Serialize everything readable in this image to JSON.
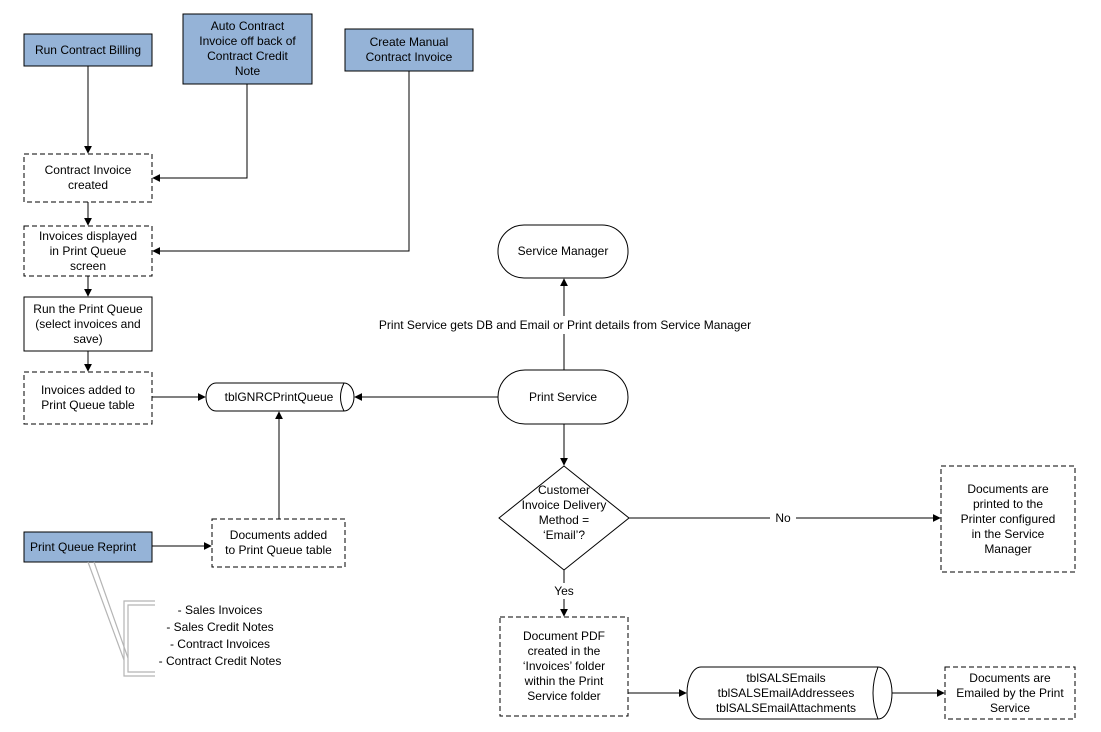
{
  "nodes": {
    "run_contract_billing": "Run Contract Billing",
    "auto_contract_invoice": "Auto Contract\nInvoice off back of\nContract Credit\nNote",
    "create_manual_invoice": "Create Manual\nContract Invoice",
    "contract_invoice_created": "Contract Invoice\ncreated",
    "invoices_displayed": "Invoices displayed\nin Print Queue\nscreen",
    "run_print_queue": "Run the Print Queue\n(select invoices and\nsave)",
    "invoices_added": "Invoices added to\nPrint Queue table",
    "print_queue_table": "tblGNRCPrintQueue",
    "print_queue_reprint": "Print Queue Reprint",
    "documents_added": "Documents added\nto Print Queue table",
    "service_manager": "Service Manager",
    "print_service": "Print Service",
    "delivery_decision": "Customer\nInvoice Delivery\nMethod =\n‘Email’?",
    "documents_printed": "Documents are\nprinted to the\nPrinter configured\nin the Service\nManager",
    "document_pdf": "Document PDF\ncreated in the\n‘Invoices’ folder\nwithin the Print\nService folder",
    "email_tables": "tblSALSEmails\ntblSALSEmailAddressees\ntblSALSEmailAttachments",
    "documents_emailed": "Documents are\nEmailed by the Print\nService"
  },
  "edge_labels": {
    "service_manager_link": "Print Service gets DB and Email or Print details from Service Manager",
    "no": "No",
    "yes": "Yes"
  },
  "reprint_note": "- Sales Invoices\n- Sales Credit Notes\n- Contract Invoices\n- Contract Credit Notes",
  "colors": {
    "input_fill": "#95b3d7",
    "stroke": "#000000"
  }
}
